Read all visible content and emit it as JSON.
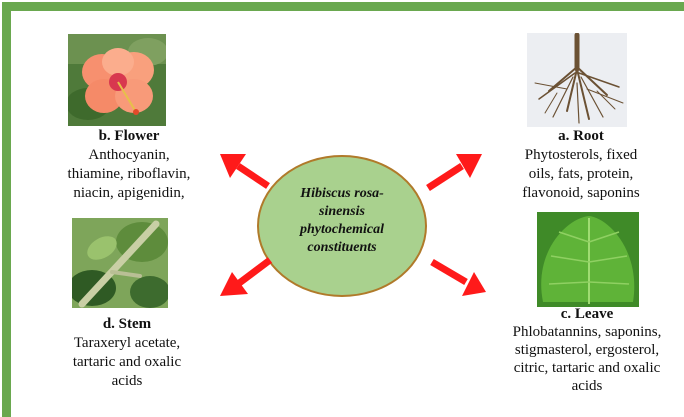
{
  "center": {
    "line1": "Hibiscus rosa-",
    "line2": "sinensis",
    "line3": "phytochemical",
    "line4": "constituents"
  },
  "parts": {
    "flower": {
      "title": "b. Flower",
      "line1": "Anthocyanin,",
      "line2": "thiamine, riboflavin,",
      "line3": "niacin, apigenidin,"
    },
    "root": {
      "title": "a. Root",
      "line1": "Phytosterols, fixed",
      "line2": "oils, fats, protein,",
      "line3": "flavonoid, saponins"
    },
    "stem": {
      "title": "d. Stem",
      "line1": "Taraxeryl acetate,",
      "line2": "tartaric and oxalic",
      "line3": "acids"
    },
    "leave": {
      "title": "c. Leave",
      "line1": "Phlobatannins, saponins,",
      "line2": "stigmasterol, ergosterol,",
      "line3": "citric, tartaric and oxalic",
      "line4": "acids"
    }
  },
  "colors": {
    "border": "#6aa84f",
    "ellipse_fill": "#a9d18e",
    "ellipse_stroke": "#b07a2a",
    "arrow": "#ff1a1a"
  }
}
